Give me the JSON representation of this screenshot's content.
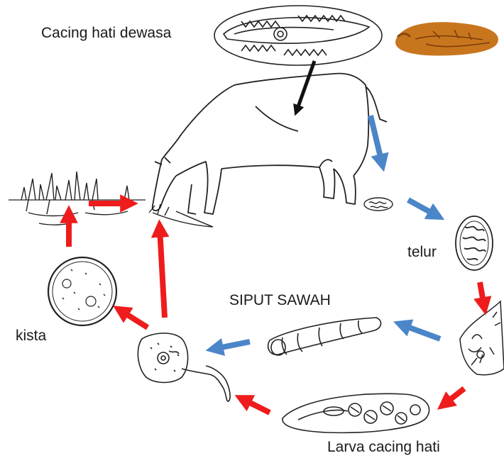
{
  "labels": {
    "adult": "Cacing hati dewasa",
    "egg": "telur",
    "snail": "SIPUT SAWAH",
    "cyst": "kista",
    "larva": "Larva cacing hati"
  },
  "colors": {
    "red_arrow": "#ee1c1c",
    "blue_arrow": "#4a86c8",
    "black_arrow": "#111111",
    "ink": "#222222",
    "specimen": "#c8761e"
  },
  "icons": [
    "adult-fluke-drawing",
    "fluke-photo",
    "cow-drawing",
    "feces-drawing",
    "egg-drawing",
    "miracidium-drawing",
    "snail-shell-drawing",
    "cercaria-drawing",
    "redia-drawing",
    "cyst-drawing",
    "grass-drawing"
  ]
}
